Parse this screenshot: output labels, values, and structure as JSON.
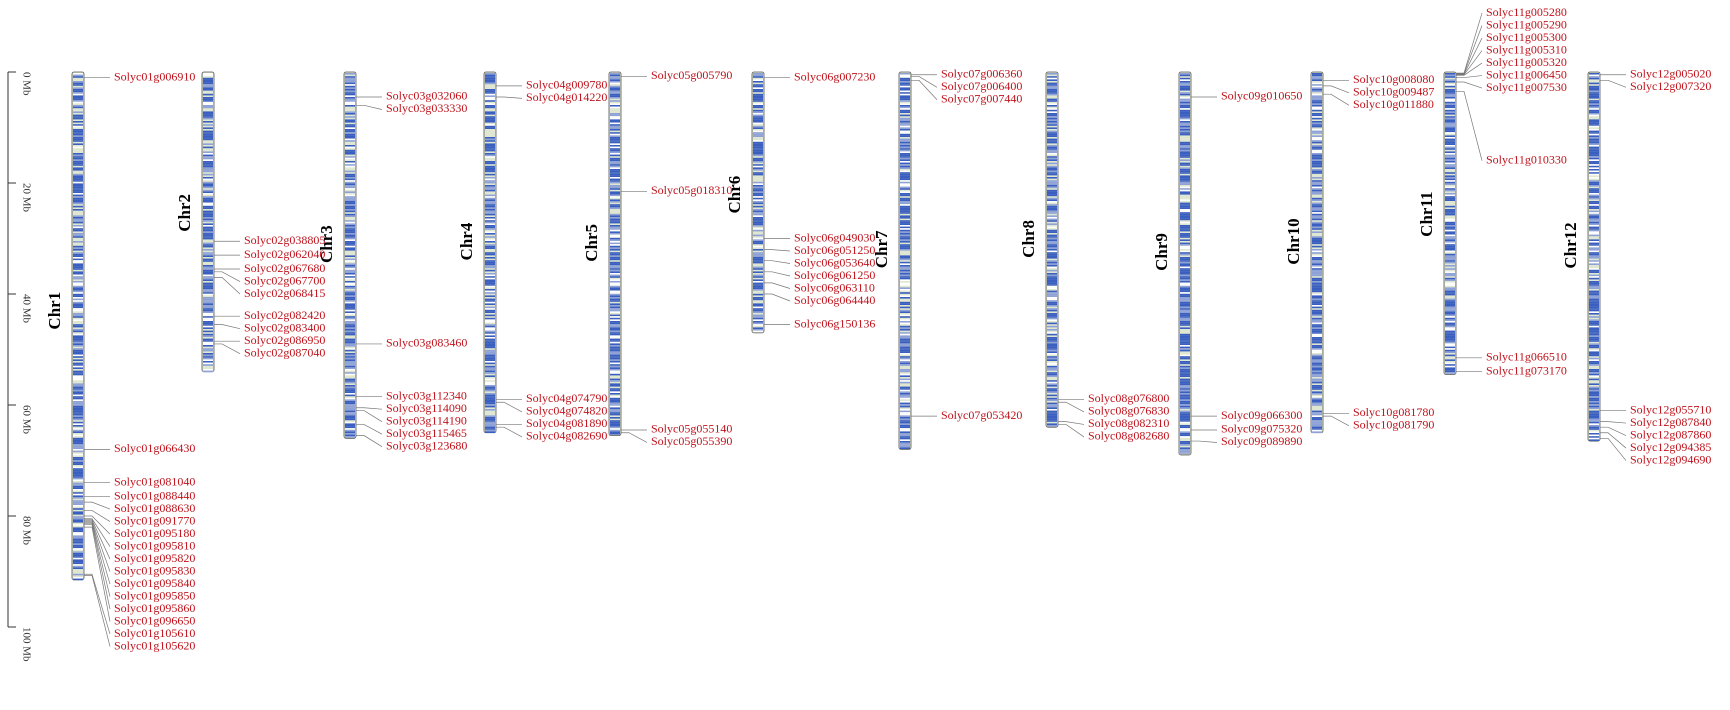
{
  "scale": {
    "unit": "Mb",
    "max": 100,
    "ticks": [
      {
        "value": 0,
        "label": "0 Mb"
      },
      {
        "value": 20,
        "label": "20 Mb"
      },
      {
        "value": 40,
        "label": "40 Mb"
      },
      {
        "value": 60,
        "label": "60 Mb"
      },
      {
        "value": 80,
        "label": "80 Mb"
      },
      {
        "value": 100,
        "label": "100 Mb"
      }
    ]
  },
  "colors": {
    "gene_label": "#c0121b",
    "chromosome_body": "#dfe6d2",
    "density_high": "#3a5fc0",
    "density_mid": "#8ea2d8",
    "connector": "#777777",
    "axis": "#333333"
  },
  "chromosomes": [
    {
      "name": "Chr1",
      "length": 91.5,
      "genes": [
        {
          "id": "Solyc01g006910",
          "pos": 1.0
        },
        {
          "id": "Solyc01g066430",
          "pos": 68.0
        },
        {
          "id": "Solyc01g081040",
          "pos": 74.0
        },
        {
          "id": "Solyc01g088440",
          "pos": 76.5
        },
        {
          "id": "Solyc01g088630",
          "pos": 77.5
        },
        {
          "id": "Solyc01g091770",
          "pos": 79.0
        },
        {
          "id": "Solyc01g095180",
          "pos": 80.0
        },
        {
          "id": "Solyc01g095810",
          "pos": 80.5
        },
        {
          "id": "Solyc01g095820",
          "pos": 80.7
        },
        {
          "id": "Solyc01g095830",
          "pos": 80.9
        },
        {
          "id": "Solyc01g095840",
          "pos": 81.1
        },
        {
          "id": "Solyc01g095850",
          "pos": 81.3
        },
        {
          "id": "Solyc01g095860",
          "pos": 81.5
        },
        {
          "id": "Solyc01g096650",
          "pos": 82.0
        },
        {
          "id": "Solyc01g105610",
          "pos": 90.5
        },
        {
          "id": "Solyc01g105620",
          "pos": 90.7
        }
      ]
    },
    {
      "name": "Chr2",
      "length": 54.0,
      "genes": [
        {
          "id": "Solyc02g038805",
          "pos": 30.5
        },
        {
          "id": "Solyc02g062040",
          "pos": 33.0
        },
        {
          "id": "Solyc02g067680",
          "pos": 35.5
        },
        {
          "id": "Solyc02g067700",
          "pos": 36.0
        },
        {
          "id": "Solyc02g068415",
          "pos": 37.0
        },
        {
          "id": "Solyc02g082420",
          "pos": 44.0
        },
        {
          "id": "Solyc02g083400",
          "pos": 45.5
        },
        {
          "id": "Solyc02g086950",
          "pos": 48.5
        },
        {
          "id": "Solyc02g087040",
          "pos": 49.0
        }
      ]
    },
    {
      "name": "Chr3",
      "length": 66.0,
      "genes": [
        {
          "id": "Solyc03g032060",
          "pos": 4.5
        },
        {
          "id": "Solyc03g033330",
          "pos": 6.0
        },
        {
          "id": "Solyc03g083460",
          "pos": 49.0
        },
        {
          "id": "Solyc03g112340",
          "pos": 58.5
        },
        {
          "id": "Solyc03g114090",
          "pos": 60.5
        },
        {
          "id": "Solyc03g114190",
          "pos": 61.0
        },
        {
          "id": "Solyc03g115465",
          "pos": 63.5
        },
        {
          "id": "Solyc03g123680",
          "pos": 65.5
        }
      ]
    },
    {
      "name": "Chr4",
      "length": 65.0,
      "genes": [
        {
          "id": "Solyc04g009780",
          "pos": 2.5
        },
        {
          "id": "Solyc04g014220",
          "pos": 4.5
        },
        {
          "id": "Solyc04g074790",
          "pos": 59.0
        },
        {
          "id": "Solyc04g074820",
          "pos": 59.5
        },
        {
          "id": "Solyc04g081890",
          "pos": 63.5
        },
        {
          "id": "Solyc04g082690",
          "pos": 64.0
        }
      ]
    },
    {
      "name": "Chr5",
      "length": 65.5,
      "genes": [
        {
          "id": "Solyc05g005790",
          "pos": 0.8
        },
        {
          "id": "Solyc05g018310",
          "pos": 21.5
        },
        {
          "id": "Solyc05g055140",
          "pos": 64.5
        },
        {
          "id": "Solyc05g055390",
          "pos": 65.0
        }
      ]
    },
    {
      "name": "Chr6",
      "length": 47.0,
      "genes": [
        {
          "id": "Solyc06g007230",
          "pos": 1.0
        },
        {
          "id": "Solyc06g049030",
          "pos": 30.0
        },
        {
          "id": "Solyc06g051250",
          "pos": 32.0
        },
        {
          "id": "Solyc06g053640",
          "pos": 34.0
        },
        {
          "id": "Solyc06g061250",
          "pos": 36.0
        },
        {
          "id": "Solyc06g063110",
          "pos": 38.0
        },
        {
          "id": "Solyc06g064440",
          "pos": 40.0
        },
        {
          "id": "Solyc06g150136",
          "pos": 45.5
        }
      ]
    },
    {
      "name": "Chr7",
      "length": 68.0,
      "genes": [
        {
          "id": "Solyc07g006360",
          "pos": 0.5
        },
        {
          "id": "Solyc07g006400",
          "pos": 0.8
        },
        {
          "id": "Solyc07g007440",
          "pos": 1.5
        },
        {
          "id": "Solyc07g053420",
          "pos": 62.0
        }
      ]
    },
    {
      "name": "Chr8",
      "length": 64.0,
      "genes": [
        {
          "id": "Solyc08g076800",
          "pos": 59.0
        },
        {
          "id": "Solyc08g076830",
          "pos": 59.5
        },
        {
          "id": "Solyc08g082310",
          "pos": 63.0
        },
        {
          "id": "Solyc08g082680",
          "pos": 63.5
        }
      ]
    },
    {
      "name": "Chr9",
      "length": 69.0,
      "genes": [
        {
          "id": "Solyc09g010650",
          "pos": 4.5
        },
        {
          "id": "Solyc09g066300",
          "pos": 62.0
        },
        {
          "id": "Solyc09g075320",
          "pos": 64.5
        },
        {
          "id": "Solyc09g089890",
          "pos": 66.5
        }
      ]
    },
    {
      "name": "Chr10",
      "length": 65.0,
      "genes": [
        {
          "id": "Solyc10g008080",
          "pos": 1.5
        },
        {
          "id": "Solyc10g009487",
          "pos": 2.5
        },
        {
          "id": "Solyc10g011880",
          "pos": 4.0
        },
        {
          "id": "Solyc10g081780",
          "pos": 61.5
        },
        {
          "id": "Solyc10g081790",
          "pos": 62.0
        }
      ]
    },
    {
      "name": "Chr11",
      "length": 54.5,
      "genes": [
        {
          "id": "Solyc11g005280",
          "pos": 0.2
        },
        {
          "id": "Solyc11g005290",
          "pos": 0.3
        },
        {
          "id": "Solyc11g005300",
          "pos": 0.4
        },
        {
          "id": "Solyc11g005310",
          "pos": 0.5
        },
        {
          "id": "Solyc11g005320",
          "pos": 0.6
        },
        {
          "id": "Solyc11g006450",
          "pos": 1.0
        },
        {
          "id": "Solyc11g007530",
          "pos": 1.8
        },
        {
          "id": "Solyc11g010330",
          "pos": 3.5
        },
        {
          "id": "Solyc11g066510",
          "pos": 51.5
        },
        {
          "id": "Solyc11g073170",
          "pos": 54.0
        }
      ]
    },
    {
      "name": "Chr12",
      "length": 66.5,
      "genes": [
        {
          "id": "Solyc12g005020",
          "pos": 0.5
        },
        {
          "id": "Solyc12g007320",
          "pos": 1.5
        },
        {
          "id": "Solyc12g055710",
          "pos": 61.0
        },
        {
          "id": "Solyc12g087840",
          "pos": 63.0
        },
        {
          "id": "Solyc12g087860",
          "pos": 64.0
        },
        {
          "id": "Solyc12g094385",
          "pos": 65.0
        },
        {
          "id": "Solyc12g094690",
          "pos": 66.0
        }
      ]
    }
  ]
}
